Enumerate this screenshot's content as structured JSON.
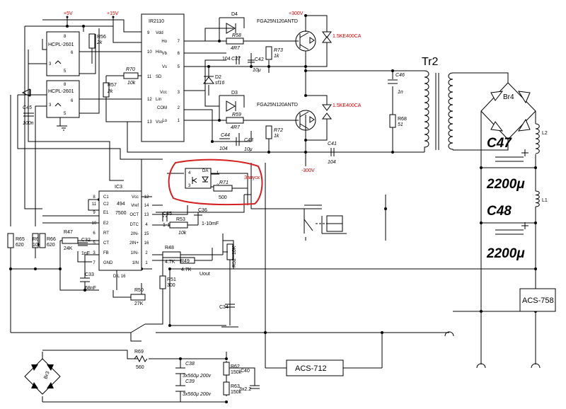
{
  "supplies": {
    "v5": "+5V",
    "v15": "+15V",
    "p300": "+300V",
    "m300": "-300V"
  },
  "hcpl": {
    "u1": "HCPL-2601",
    "u2": "HCPL-2601"
  },
  "ir": {
    "name": "IR2110",
    "left": [
      [
        "9",
        "Vdd"
      ],
      [
        "10",
        "Hin"
      ],
      [
        "11",
        "SD"
      ],
      [
        "12",
        "Lin"
      ],
      [
        "13",
        "Vss"
      ]
    ],
    "right": [
      [
        "Ho",
        "7"
      ],
      [
        "Vb",
        "6"
      ],
      [
        "Vs",
        "5"
      ],
      [
        "Vcc",
        "3"
      ],
      [
        "COM",
        "2"
      ],
      [
        "Lo",
        "1"
      ]
    ]
  },
  "igbt": {
    "q1": "FGA25N120ANTD",
    "q2": "FGA25N120ANTD",
    "tvs1": "1.5KE400CA",
    "tvs2": "1.5KE400CA"
  },
  "parts": {
    "r56": "R56",
    "r56v": "2k",
    "r57": "R57",
    "r57v": "2k",
    "r70": "R70",
    "r70v": "10k",
    "d4": "D4",
    "d3": "D3",
    "d2": "D2",
    "d2v": "sf16",
    "r58": "R58",
    "r58v": "4R7",
    "r59": "R59",
    "r59v": "4R7",
    "c37v": "104",
    "c37": "C37",
    "c42": "C42",
    "c42v": "10μ",
    "r73": "R73",
    "r73v": "1k",
    "r72": "R72",
    "r72v": "1k",
    "c44": "C44",
    "c44v": "104",
    "c43": "C43",
    "c43v": "10μ",
    "c41": "C41",
    "c41v": "104",
    "c45": "C45",
    "c45v": "100n",
    "c46": "C46",
    "c46v": "1n",
    "r68": "R68",
    "r68v": "51",
    "br4": "Br4",
    "l2": "L2",
    "l1": "L1",
    "br3": "Br3",
    "ic3": "IC3",
    "ic3a": "494",
    "ic3b": "7500",
    "ic3pkg": "DIL 16",
    "c35": "C35",
    "c35v": "1-10",
    "c36": "C36",
    "c36v": "1-10mF",
    "r53": "R53",
    "r53v": "10k",
    "r47": "R47",
    "r47v": "24K",
    "c32": "C32",
    "c32v": "1nF",
    "c33": "C33",
    "c33v": "68nF",
    "r50": "R50",
    "r50v": "27K",
    "r48": "R48",
    "r48v": "4.7K",
    "r49": "R49",
    "r49v": "4.7K",
    "r51": "R51",
    "r51v": "300",
    "r52": "R52",
    "r52v": "10K",
    "c34": "C34",
    "uout": "Uout",
    "r65": "R65",
    "r65v": "620",
    "r67": "R67",
    "r67v": "10K",
    "r66": "R66",
    "r66v": "620",
    "r69": "R69",
    "r69v": "560",
    "c38": "C38",
    "c38v": "3x560μ 200v",
    "c39": "C39",
    "c39v": "3x560μ 200v",
    "r62": "R62",
    "r62v": "150k",
    "r63": "R63",
    "r63v": "150k",
    "c40": "C40",
    "c40v": "3x2.2",
    "r71": "R71",
    "r71v": "500",
    "zapusk": "Запуск"
  },
  "ic3_left": [
    [
      "8",
      "C1"
    ],
    [
      "11",
      "C2"
    ],
    [
      "9",
      "E1"
    ],
    [
      "10",
      "E2"
    ],
    [
      "6",
      "RT"
    ],
    [
      "5",
      "CT"
    ],
    [
      "3",
      "FB"
    ],
    [
      "7",
      "GND"
    ]
  ],
  "ic3_right": [
    [
      "Vcc",
      "12"
    ],
    [
      "Vref",
      "14"
    ],
    [
      "OCT",
      "13"
    ],
    [
      "DTC",
      "4"
    ],
    [
      "2IN-",
      "15"
    ],
    [
      "2IN+",
      "16"
    ],
    [
      "1IN-",
      "2"
    ],
    [
      "1IN",
      "1"
    ]
  ],
  "big": {
    "tr2": "Tr2",
    "c47": "C47",
    "c47v": "2200μ",
    "c48": "C48",
    "c48v": "2200μ"
  },
  "sensors": {
    "acs758": "ACS-758",
    "acs712": "ACS-712"
  }
}
